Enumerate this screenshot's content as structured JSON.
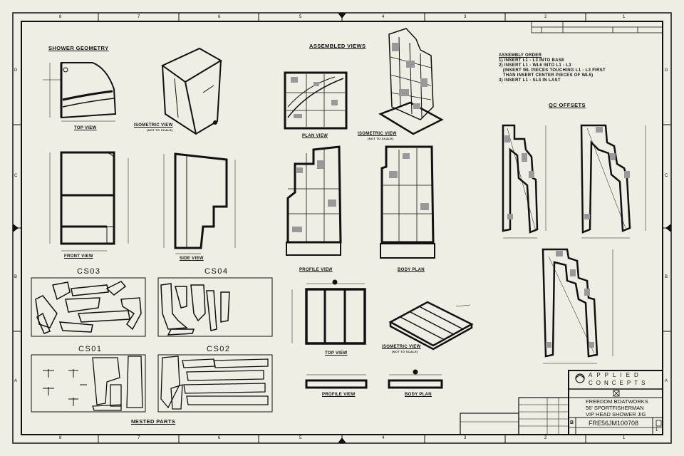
{
  "views": {
    "shower_geometry": "SHOWER GEOMETRY",
    "top_view_1": "TOP VIEW",
    "isometric_view_1": "ISOMETRIC VIEW",
    "not_to_scale_1": "(NOT TO SCALE)",
    "front_view": "FRONT VIEW",
    "side_view": "SIDE VIEW",
    "assembled_views": "ASSEMBLED VIEWS",
    "plan_view": "PLAN VIEW",
    "isometric_view_2": "ISOMETRIC VIEW",
    "not_to_scale_2": "(NOT TO SCALE)",
    "profile_view_1": "PROFILE VIEW",
    "body_plan_1": "BODY PLAN",
    "top_view_2": "TOP VIEW",
    "isometric_view_3": "ISOMETRIC VIEW",
    "not_to_scale_3": "(NOT TO SCALE)",
    "profile_view_2": "PROFILE VIEW",
    "body_plan_2": "BODY PLAN",
    "qc_offsets": "QC OFFSETS",
    "nested_parts": "NESTED PARTS"
  },
  "nests": {
    "cs03": "CS03",
    "cs04": "CS04",
    "cs01": "CS01",
    "cs02": "CS02"
  },
  "assembly": {
    "heading": "ASSEMBLY ORDER",
    "lines": [
      "1) INSERT L1 - L3 INTO BASE",
      "2) INSERT L1 - WL6 INTO L1 - L3",
      "   (INSERT WL PIECES TOUCHING L1 - L3 FIRST",
      "   THAN INSERT CENTER PIECES OF WL5)",
      "3) INSERT L1 - SL4 IN LAST"
    ]
  },
  "title_block": {
    "company_line1": "APPLIED",
    "company_line2": "CONCEPTS",
    "client": "FREEDOM BOATWORKS",
    "vessel": "56' SPORTFISHERMAN",
    "part": "VIP HEAD SHOWER JIG",
    "drawing_number": "FRE56JM100708",
    "size": "B",
    "sheet": "1"
  },
  "zones": {
    "rows": [
      "D",
      "C",
      "B",
      "A"
    ],
    "cols": [
      "1",
      "2",
      "3",
      "4",
      "5",
      "6",
      "7",
      "8"
    ]
  }
}
